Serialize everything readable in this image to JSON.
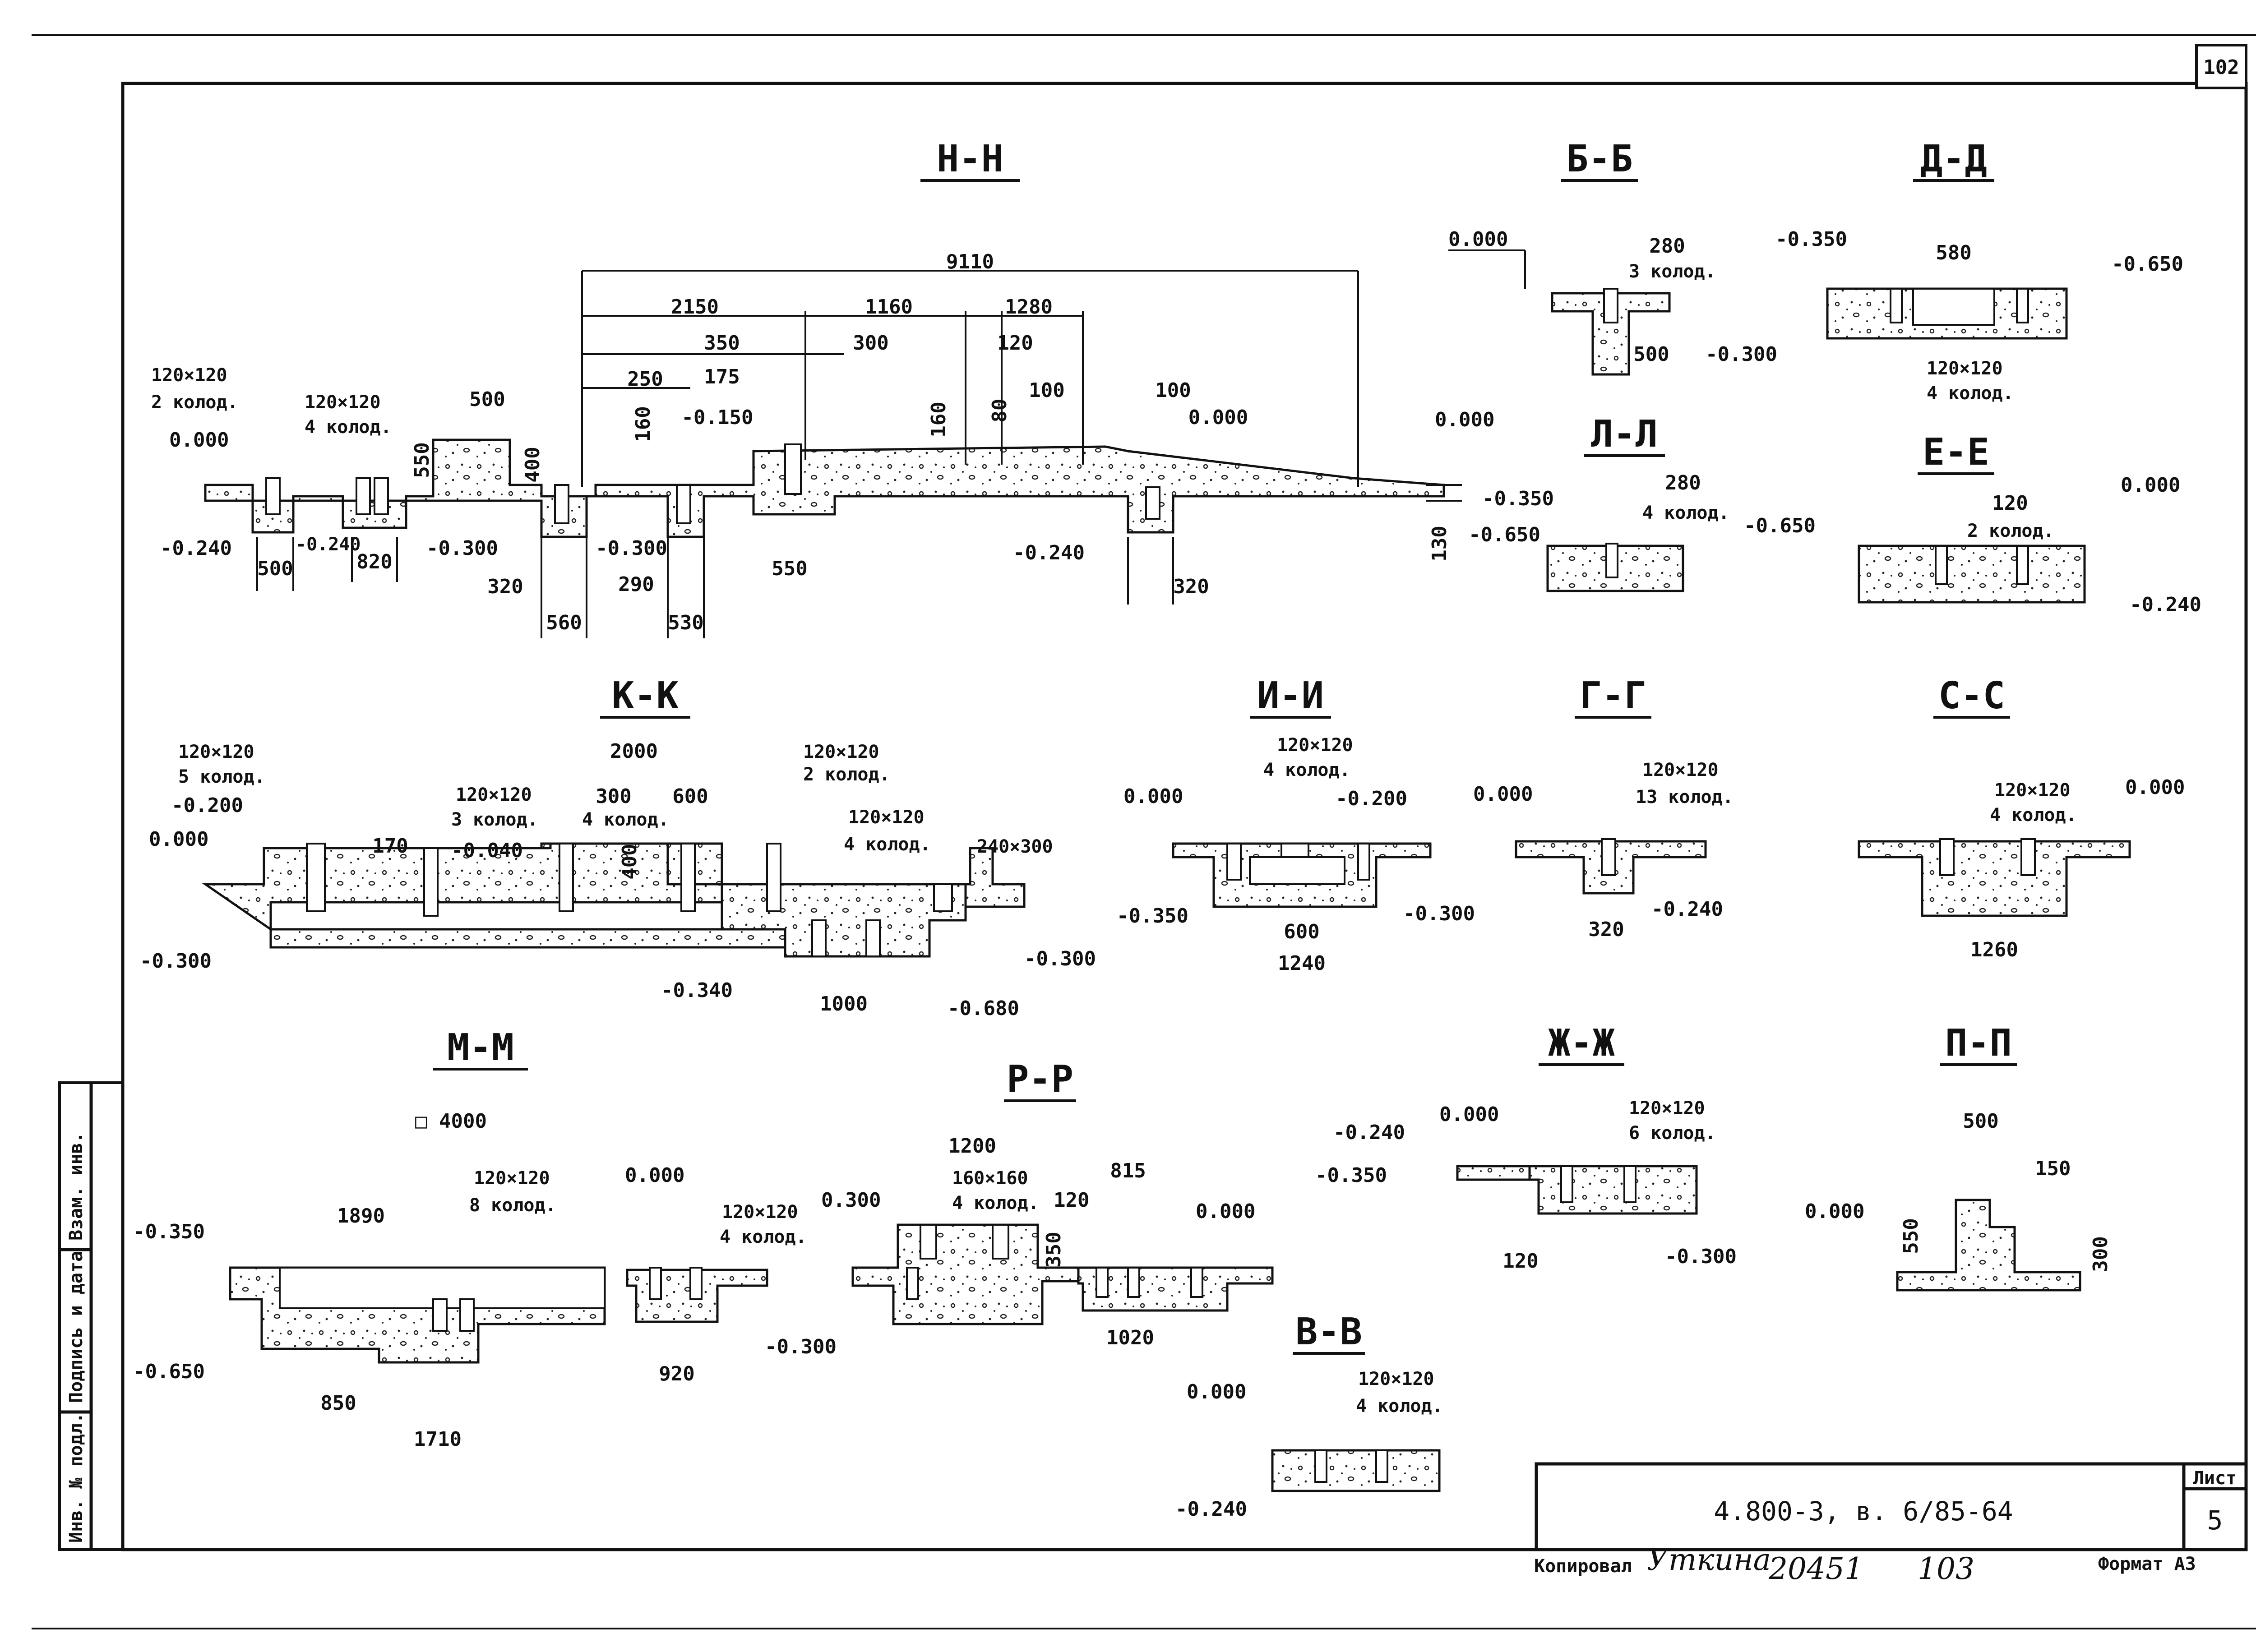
{
  "sheet": {
    "page_number": "102",
    "doc_code": "4.800-3, в. 6/85-64",
    "list_label": "Лист",
    "list_number": "5",
    "copied_label": "Копировал",
    "copied_signature": "Уткина",
    "order_number": "20451",
    "order_suffix": "103",
    "format_label": "Формат А3",
    "side_stamp": [
      "Инв. № подл.",
      "Подпись и дата",
      "Взам. инв."
    ]
  },
  "sections": {
    "NN": {
      "title": "Н-Н",
      "labels": [
        "9110",
        "2150",
        "1160",
        "1280",
        "350",
        "300",
        "120",
        "175",
        "160",
        "80",
        "100",
        "100",
        "250",
        "160",
        "-0.150",
        "0.000",
        "500",
        "550",
        "400",
        "120×120",
        "2 колод.",
        "120×120",
        "4 колод.",
        "0.000",
        "-0.240",
        "500",
        "-0.240",
        "820",
        "-0.300",
        "320",
        "-0.300",
        "290",
        "560",
        "530",
        "550",
        "-0.240",
        "320",
        "0.000",
        "130"
      ]
    },
    "BB": {
      "title": "Б-Б",
      "labels": [
        "0.000",
        "280",
        "3 колод.",
        "500",
        "-0.300"
      ]
    },
    "DD": {
      "title": "Д-Д",
      "labels": [
        "-0.350",
        "580",
        "-0.650",
        "120×120",
        "4 колод."
      ]
    },
    "LL": {
      "title": "Л-Л",
      "labels": [
        "-0.350",
        "280",
        "4 колод.",
        "-0.650"
      ]
    },
    "EE": {
      "title": "Е-Е",
      "labels": [
        "-0.650",
        "120",
        "2 колод.",
        "0.000",
        "-0.240"
      ]
    },
    "KK": {
      "title": "К-К",
      "labels": [
        "120×120",
        "5 колод.",
        "-0.200",
        "0.000",
        "170",
        "120×120",
        "3 колод.",
        "-0.040",
        "2000",
        "300",
        "4 колод.",
        "600",
        "400",
        "120×120",
        "2 колод.",
        "120×120",
        "4 колод.",
        "240×300",
        "-0.300",
        "-0.340",
        "1000",
        "-0.300",
        "-0.680"
      ]
    },
    "II": {
      "title": "И-И",
      "labels": [
        "120×120",
        "4 колод.",
        "0.000",
        "-0.200",
        "-0.350",
        "600",
        "-0.300",
        "1240"
      ]
    },
    "GG": {
      "title": "Г-Г",
      "labels": [
        "0.000",
        "120×120",
        "13 колод.",
        "320",
        "-0.240"
      ]
    },
    "SS": {
      "title": "С-С",
      "labels": [
        "120×120",
        "4 колод.",
        "0.000",
        "1260"
      ]
    },
    "MM": {
      "title": "М-М",
      "labels": [
        "□ 4000",
        "1890",
        "120×120",
        "8 колод.",
        "0.000",
        "-0.350",
        "120×120",
        "4 колод.",
        "-0.650",
        "850",
        "1710",
        "920"
      ]
    },
    "RR": {
      "title": "Р-Р",
      "labels": [
        "1200",
        "160×160",
        "4 колод.",
        "815",
        "0.300",
        "120",
        "350",
        "0.000",
        "-0.300",
        "1020"
      ]
    },
    "ZhZh": {
      "title": "Ж-Ж",
      "labels": [
        "-0.240",
        "0.000",
        "120×120",
        "6 колод.",
        "-0.350",
        "120",
        "-0.300"
      ]
    },
    "PP": {
      "title": "П-П",
      "labels": [
        "500",
        "150",
        "0.000",
        "550",
        "300"
      ]
    },
    "VV": {
      "title": "В-В",
      "labels": [
        "0.000",
        "120×120",
        "4 колод.",
        "-0.240"
      ]
    }
  }
}
